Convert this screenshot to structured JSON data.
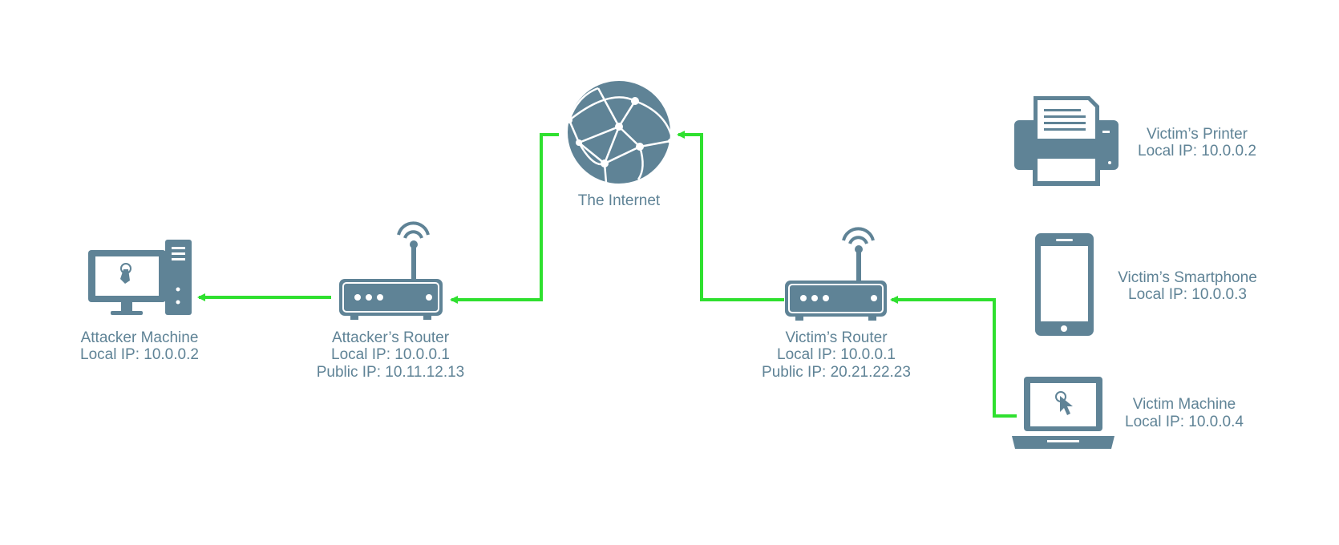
{
  "colors": {
    "device": "#5f8396",
    "connection": "#2fe02f",
    "background": "#ffffff"
  },
  "nodes": {
    "attacker_machine": {
      "icon": "desktop-computer-icon",
      "lines": [
        "Attacker Machine",
        "Local IP: 10.0.0.2"
      ]
    },
    "attacker_router": {
      "icon": "router-icon",
      "lines": [
        "Attacker’s Router",
        "Local IP: 10.0.0.1",
        "Public IP: 10.11.12.13"
      ]
    },
    "internet": {
      "icon": "globe-network-icon",
      "lines": [
        "The Internet"
      ]
    },
    "victim_router": {
      "icon": "router-icon",
      "lines": [
        "Victim’s Router",
        "Local IP: 10.0.0.1",
        "Public IP: 20.21.22.23"
      ]
    },
    "victim_printer": {
      "icon": "printer-icon",
      "lines": [
        "Victim’s Printer",
        "Local IP: 10.0.0.2"
      ]
    },
    "victim_smartphone": {
      "icon": "smartphone-icon",
      "lines": [
        "Victim’s Smartphone",
        "Local IP: 10.0.0.3"
      ]
    },
    "victim_machine": {
      "icon": "laptop-icon",
      "lines": [
        "Victim Machine",
        "Local IP: 10.0.0.4"
      ]
    }
  },
  "connections": [
    {
      "from": "victim_machine",
      "to": "victim_router"
    },
    {
      "from": "victim_router",
      "to": "internet"
    },
    {
      "from": "internet",
      "to": "attacker_router"
    },
    {
      "from": "attacker_router",
      "to": "attacker_machine"
    }
  ]
}
